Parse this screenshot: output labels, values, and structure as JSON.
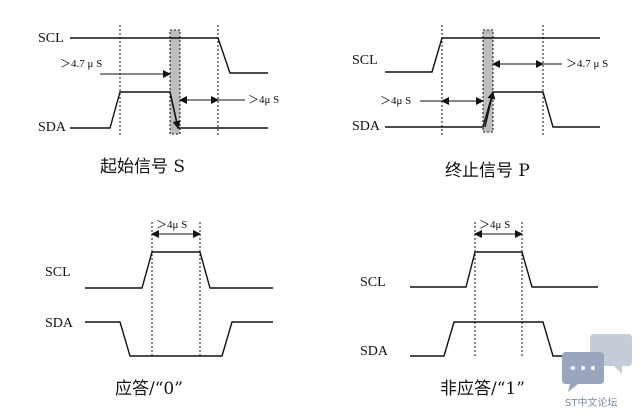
{
  "panels": {
    "start": {
      "scl_label": "SCL",
      "sda_label": "SDA",
      "t1": "＞4.7 μ S",
      "t2": "＞4μ S",
      "caption": "起始信号 S"
    },
    "stop": {
      "scl_label": "SCL",
      "sda_label": "SDA",
      "t1": "＞4μ S",
      "t2": "＞4.7 μ S",
      "caption": "终止信号 P"
    },
    "ack": {
      "scl_label": "SCL",
      "sda_label": "SDA",
      "t1": "＞4μ S",
      "caption": "应答/“0”"
    },
    "nack": {
      "scl_label": "SCL",
      "sda_label": "SDA",
      "t1": "＞4μ S",
      "caption": "非应答/“1”"
    }
  },
  "watermark": {
    "text": "ST中文论坛"
  }
}
